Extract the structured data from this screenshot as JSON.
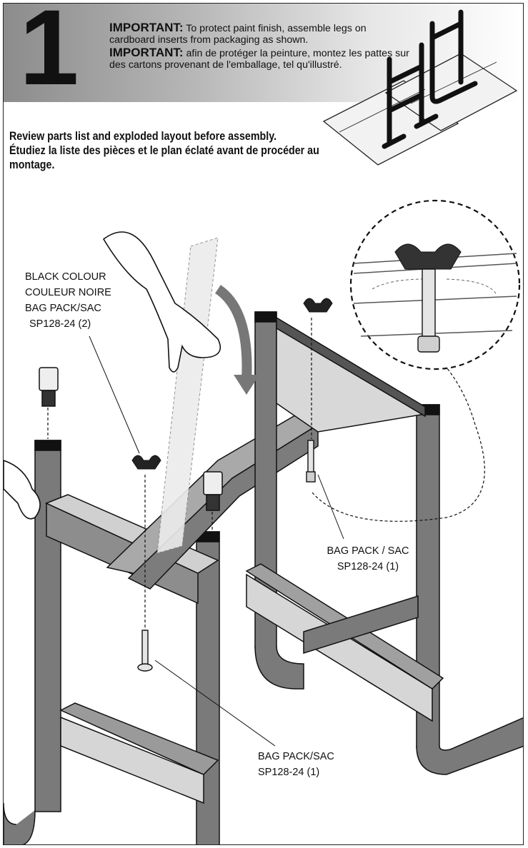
{
  "step": {
    "number": "1"
  },
  "important": {
    "en_label": "IMPORTANT:",
    "en_text": " To protect paint finish, assemble legs on cardboard inserts from packaging as shown.",
    "fr_label": "IMPORTANT:",
    "fr_text": " afin de protéger la peinture, montez les pattes sur des cartons provenant de l'emballage, tel qu'illustré."
  },
  "review": {
    "en": "Review parts list and exploded layout before assembly.",
    "fr": "Étudiez la liste des pièces et le plan éclaté avant de procéder au montage."
  },
  "callouts": {
    "caps": {
      "colour_en": "BLACK COLOUR",
      "colour_fr": "COULEUR NOIRE",
      "bag": "BAG PACK/SAC",
      "part": "SP128-24 (2)"
    },
    "right_bolt": {
      "bag": "BAG PACK / SAC",
      "part": "SP128-24 (1)"
    },
    "bottom_bolt": {
      "bag": "BAG PACK/SAC",
      "part": "SP128-24 (1)"
    }
  },
  "icons": [
    "hand-icon",
    "wing-nut-icon",
    "bolt-icon",
    "leg-cap-icon",
    "detail-magnifier-icon",
    "rotate-arrow-icon"
  ]
}
